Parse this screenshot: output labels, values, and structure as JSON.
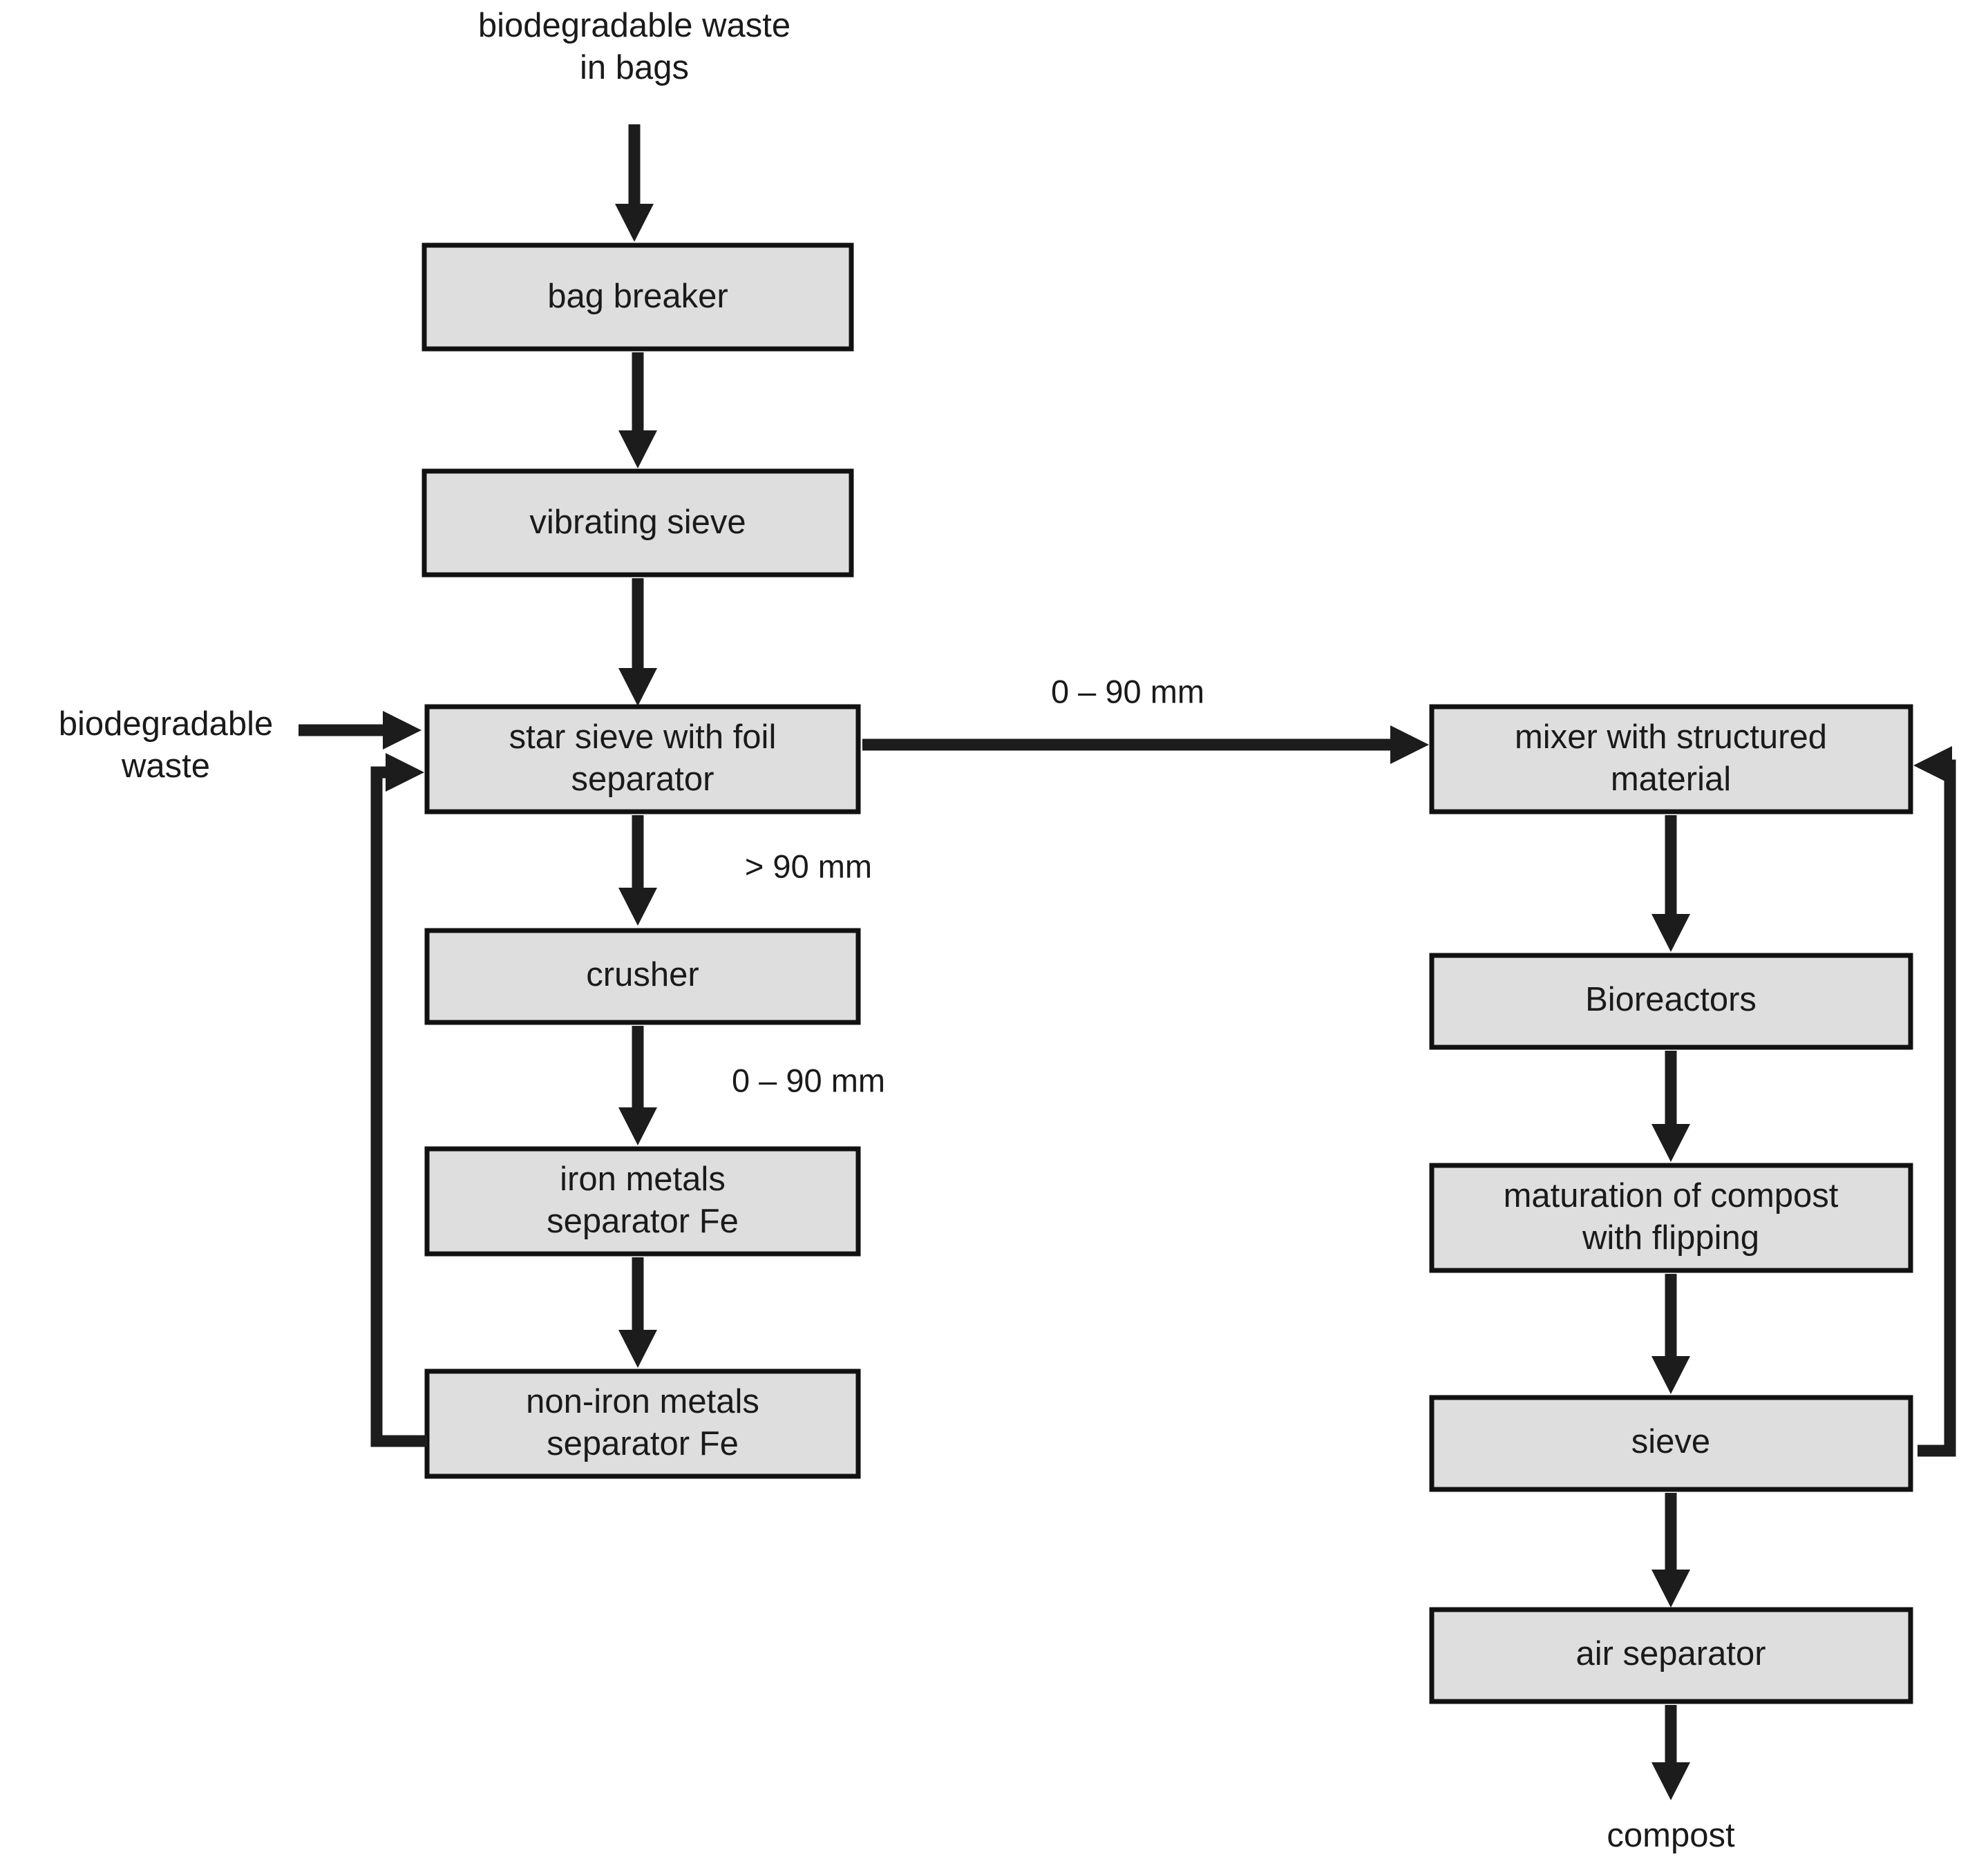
{
  "diagram": {
    "title_text": "",
    "colors": {
      "box_fill": "#dedede",
      "box_stroke": "#111111",
      "arrow": "#1c1c1c",
      "text": "#1a1a1a",
      "background": "#ffffff"
    },
    "free_labels": {
      "input_top_line1": "biodegradable waste",
      "input_top_line2": "in bags",
      "input_left_line1": "biodegradable",
      "input_left_line2": "waste",
      "output_bottom": "compost"
    },
    "edge_labels": {
      "star_sieve_to_mixer": "0 – 90 mm",
      "star_sieve_to_crusher": "> 90 mm",
      "crusher_to_iron": "0 – 90 mm"
    },
    "nodes": {
      "bag_breaker": "bag breaker",
      "vibrating_sieve": "vibrating sieve",
      "star_sieve_line1": "star sieve with foil",
      "star_sieve_line2": "separator",
      "crusher": "crusher",
      "iron_separator_line1": "iron metals",
      "iron_separator_line2": "separator Fe",
      "non_iron_separator_line1": "non-iron metals",
      "non_iron_separator_line2": "separator Fe",
      "mixer_line1": "mixer with structured",
      "mixer_line2": "material",
      "bioreactors": "Bioreactors",
      "maturation_line1": "maturation of compost",
      "maturation_line2": "with flipping",
      "sieve": "sieve",
      "air_separator": "air separator"
    }
  }
}
